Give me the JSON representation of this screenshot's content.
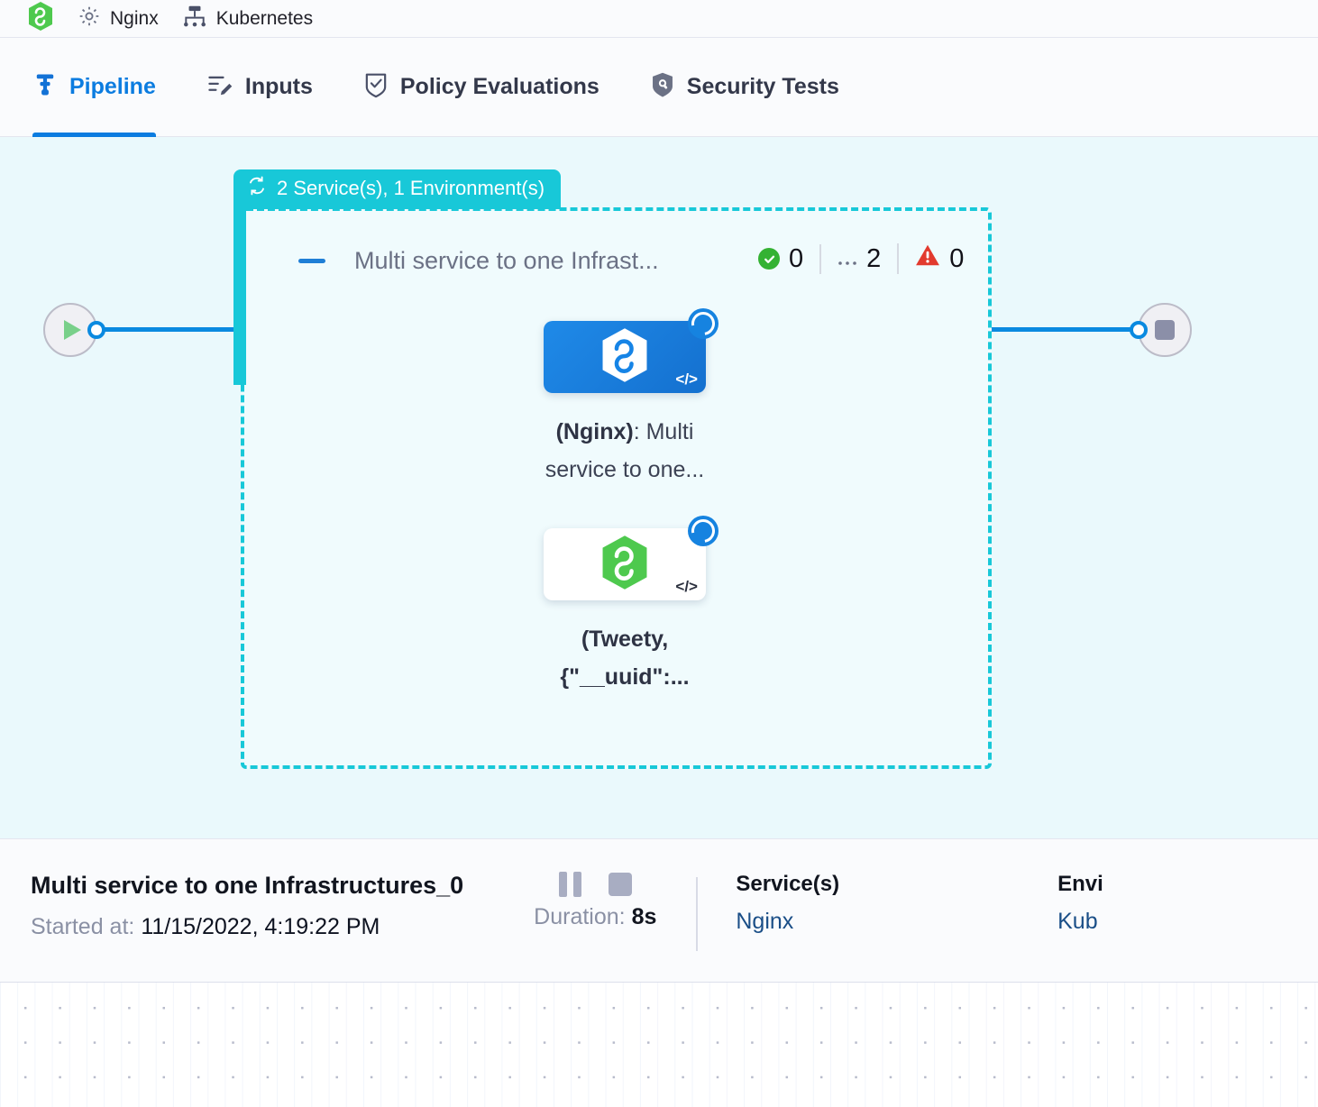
{
  "breadcrumb": {
    "items": [
      {
        "icon": "harness-hexagon-logo",
        "label": ""
      },
      {
        "icon": "gear-icon",
        "label": "Nginx"
      },
      {
        "icon": "kubernetes-icon",
        "label": "Kubernetes"
      }
    ]
  },
  "tabs": [
    {
      "id": "pipeline",
      "label": "Pipeline",
      "icon": "pipeline-icon",
      "active": true
    },
    {
      "id": "inputs",
      "label": "Inputs",
      "icon": "inputs-icon",
      "active": false
    },
    {
      "id": "policy",
      "label": "Policy Evaluations",
      "icon": "policy-shield-icon",
      "active": false
    },
    {
      "id": "security",
      "label": "Security Tests",
      "icon": "security-shield-icon",
      "active": false
    }
  ],
  "canvas": {
    "start_node": {
      "icon": "play-icon",
      "name": "start-node"
    },
    "end_node": {
      "icon": "stop-icon",
      "name": "end-node"
    },
    "group": {
      "tab_icon": "loop-rollback-icon",
      "tab_label": "2 Service(s), 1 Environment(s)",
      "title": "Multi service to one Infrast...",
      "collapse_icon": "collapse-dash-icon",
      "counters": [
        {
          "id": "success",
          "icon": "check-circle-icon",
          "value": "0",
          "color": "#34b233"
        },
        {
          "id": "pending",
          "icon": "ellipsis-icon",
          "value": "2",
          "color": "#6b7185"
        },
        {
          "id": "failed",
          "icon": "warning-triangle-icon",
          "value": "0",
          "color": "#e23a2e"
        }
      ],
      "nodes": [
        {
          "id": "nginx-node",
          "card_style": "blue",
          "logo_icon": "harness-hexagon-logo-white",
          "code_icon": "code-brackets-icon",
          "status_icon": "running-spinner-icon",
          "label_bold": "(Nginx)",
          "label_rest": ": Multi service to one..."
        },
        {
          "id": "tweety-node",
          "card_style": "white",
          "logo_icon": "harness-hexagon-logo-green",
          "code_icon": "code-brackets-icon",
          "status_icon": "running-spinner-icon",
          "label_bold": "(Tweety, {\"__uuid\":...",
          "label_rest": ""
        }
      ]
    }
  },
  "panel": {
    "title": "Multi service to one Infrastructures_0",
    "started_label": "Started at:",
    "started_value": "11/15/2022, 4:19:22 PM",
    "pause_icon": "pause-icon",
    "stop_icon": "stop-icon",
    "duration_label": "Duration:",
    "duration_value": "8s",
    "services": {
      "heading": "Service(s)",
      "value": "Nginx"
    },
    "environments": {
      "heading": "Envi",
      "value": "Kub"
    }
  },
  "colors": {
    "accent_blue": "#0b7ce0",
    "group_cyan": "#18c8d8",
    "canvas_bg": "#eaf9fc",
    "success_green": "#34b233",
    "error_red": "#e23a2e",
    "link_blue": "#1a4e87"
  }
}
